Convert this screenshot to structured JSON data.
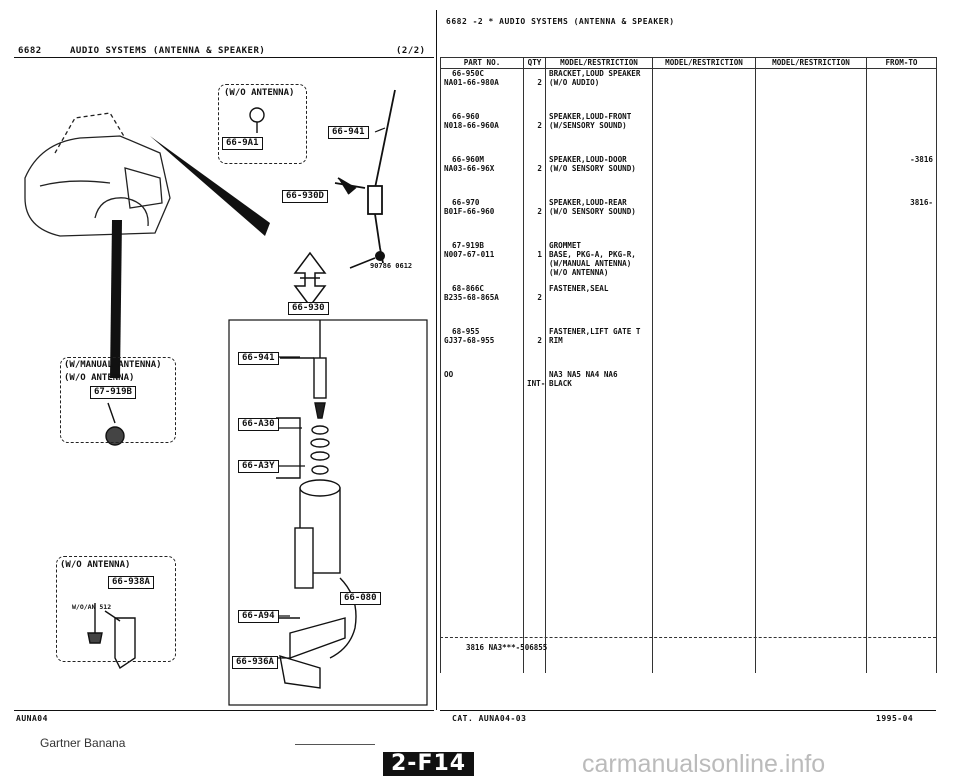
{
  "left_header": {
    "code": "6682",
    "title": "AUDIO SYSTEMS (ANTENNA & SPEAKER)",
    "page": "(2/2)"
  },
  "right_header": {
    "title": "6682 -2 * AUDIO SYSTEMS (ANTENNA & SPEAKER)"
  },
  "diagram": {
    "callouts": [
      "(W/O ANTENNA)",
      "(W/MANUAL ANTENNA)",
      "(W/O ANTENNA)",
      "(W/O ANTENNA)"
    ],
    "part_boxes": [
      "66-941",
      "66-9A1",
      "66-930D",
      "66-930",
      "66-941",
      "66-A30",
      "66-A3Y",
      "66-A94",
      "66-080",
      "66-936A",
      "67-919B",
      "66-938A"
    ],
    "small_texts": [
      "90786 0612",
      "W/O/AN  512"
    ],
    "icons": [
      "antenna-mast-icon",
      "speaker-icon",
      "arrow-icon",
      "car-icon",
      "grommet-icon",
      "bolt-icon"
    ]
  },
  "table": {
    "columns": [
      "PART NO.",
      "QTY",
      "MODEL/RESTRICTION",
      "MODEL/RESTRICTION",
      "MODEL/RESTRICTION",
      "FROM-TO"
    ],
    "rows": [
      {
        "ref": "66-950C",
        "part": "NA01-66-980A",
        "qty": "2",
        "desc": "BRACKET,LOUD SPEAKER\n(W/O AUDIO)",
        "from_to": ""
      },
      {
        "ref": "66-960",
        "part": "N018-66-960A",
        "qty": "2",
        "desc": "SPEAKER,LOUD-FRONT\n(W/SENSORY SOUND)",
        "from_to": ""
      },
      {
        "ref": "66-960M",
        "part": "NA03-66-96X",
        "qty": "2",
        "desc": "SPEAKER,LOUD-DOOR\n(W/O SENSORY SOUND)",
        "from_to": "-3816"
      },
      {
        "ref": "66-970",
        "part": "B01F-66-960",
        "qty": "2",
        "desc": "SPEAKER,LOUD-REAR\n(W/O SENSORY SOUND)",
        "from_to": "3816-"
      },
      {
        "ref": "67-919B",
        "part": "N007-67-011",
        "qty": "1",
        "desc": "GROMMET\nBASE, PKG-A, PKG-R,\n(W/MANUAL ANTENNA)\n(W/O ANTENNA)",
        "from_to": ""
      },
      {
        "ref": "68-866C",
        "part": "B235-68-865A",
        "qty": "2",
        "desc": "FASTENER,SEAL",
        "from_to": ""
      },
      {
        "ref": "68-955",
        "part": "GJ37-68-955",
        "qty": "2",
        "desc": "FASTENER,LIFT GATE T\nRIM",
        "from_to": ""
      },
      {
        "ref": "",
        "part": "OO",
        "qty": "INT-",
        "desc": "NA3 NA5 NA4 NA6\nBLACK",
        "from_to": ""
      }
    ],
    "footnote": "3816 NA3***-506855"
  },
  "footer": {
    "left_code": "AUNA04",
    "cat": "CAT. AUNA04-03",
    "date": "1995-04",
    "watermark_left": "Gartner Banana",
    "page_tag": "2-F14",
    "watermark_right": "carmanualsonline.info"
  }
}
